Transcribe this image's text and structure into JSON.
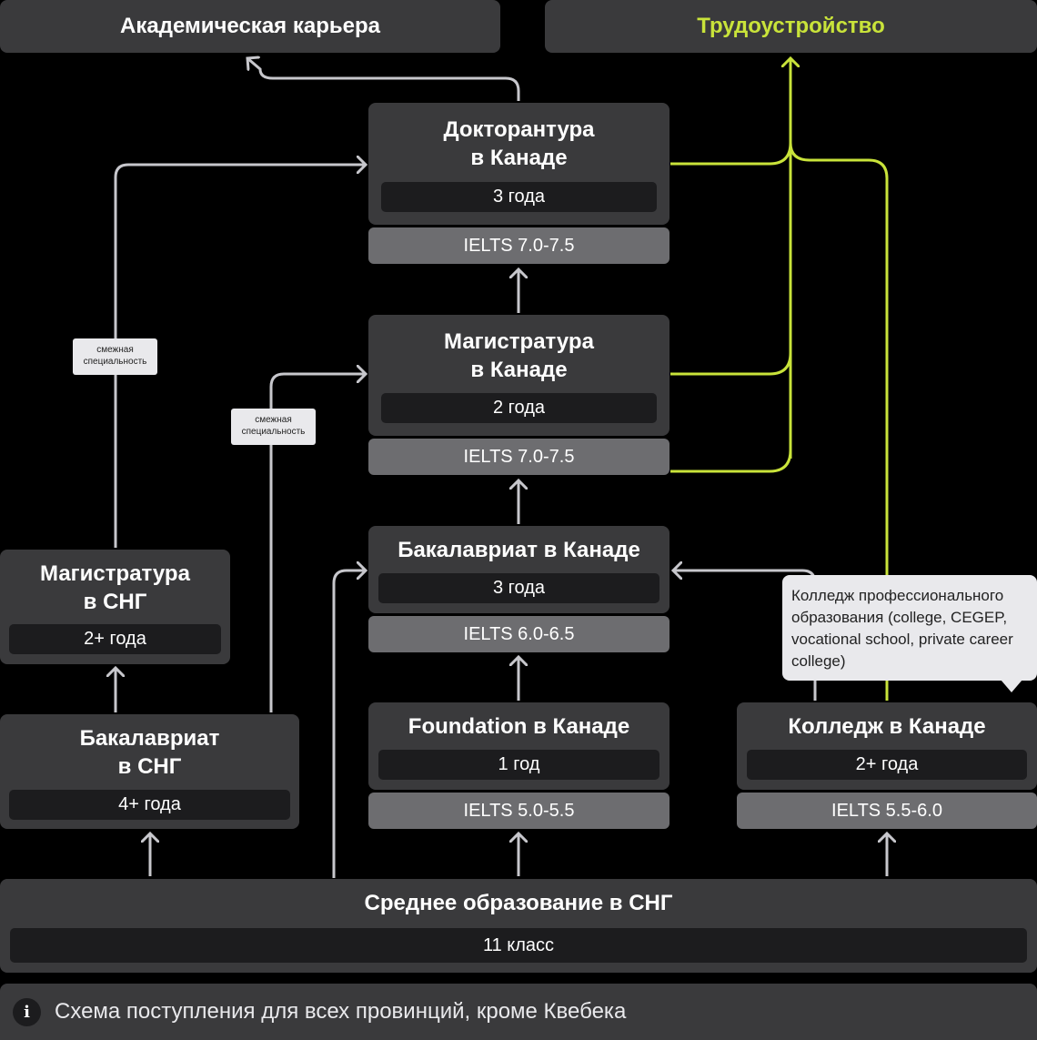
{
  "top": {
    "academic": "Академическая карьера",
    "employment": "Трудоустройство"
  },
  "doctorate": {
    "title_line1": "Докторантура",
    "title_line2": "в Канаде",
    "duration": "3 года",
    "ielts": "IELTS 7.0-7.5"
  },
  "masters_canada": {
    "title_line1": "Магистратура",
    "title_line2": "в Канаде",
    "duration": "2 года",
    "ielts": "IELTS 7.0-7.5"
  },
  "bachelor_canada": {
    "title": "Бакалавриат в Канаде",
    "duration": "3 года",
    "ielts": "IELTS 6.0-6.5"
  },
  "foundation": {
    "title": "Foundation в Канаде",
    "duration": "1 год",
    "ielts": "IELTS 5.0-5.5"
  },
  "college": {
    "title": "Колледж в Канаде",
    "duration": "2+ года",
    "ielts": "IELTS 5.5-6.0"
  },
  "masters_cis": {
    "title_line1": "Магистратура",
    "title_line2": "в СНГ",
    "duration": "2+ года"
  },
  "bachelor_cis": {
    "title_line1": "Бакалавриат",
    "title_line2": "в СНГ",
    "duration": "4+ года"
  },
  "secondary": {
    "title": "Среднее образование в СНГ",
    "duration": "11 класс"
  },
  "tags": {
    "related_line1": "смежная",
    "related_line2": "специальность"
  },
  "tooltip": "Колледж профессионального образования (college, CEGEP, vocational school, private career college)",
  "footer": {
    "info_icon": "i",
    "text": "Схема поступления для всех провинций, кроме Квебека"
  },
  "colors": {
    "accent": "#c9e33a",
    "arrow_gray": "#c7c7cc",
    "box": "#3a3a3c",
    "inner": "#1c1c1e",
    "ielts": "#6d6d70"
  }
}
